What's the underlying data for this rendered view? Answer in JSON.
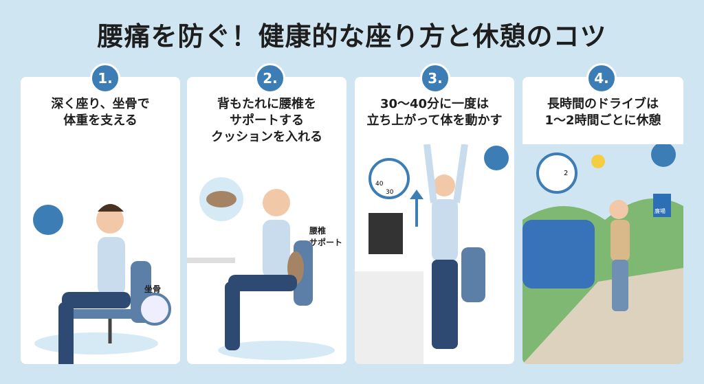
{
  "title": "腰痛を防ぐ！健康的な座り方と休憩のコツ",
  "cards": [
    {
      "number": "1.",
      "title": "深く座り、坐骨で\n体重を支える",
      "label": "坐骨"
    },
    {
      "number": "2.",
      "title": "背もたれに腰椎を\nサポートする\nクッションを入れる",
      "label": "腰椎\nサポート"
    },
    {
      "number": "3.",
      "title": "30〜40分に一度は\n立ち上がって体を動かす",
      "clock_labels": [
        "40",
        "30"
      ]
    },
    {
      "number": "4.",
      "title": "長時間のドライブは\n1〜2時間ごとに休憩",
      "clock_label": "2",
      "sign": "廉場"
    }
  ],
  "colors": {
    "background": "#cfe6f2",
    "accent": "#3c7db5",
    "card": "#ffffff"
  }
}
